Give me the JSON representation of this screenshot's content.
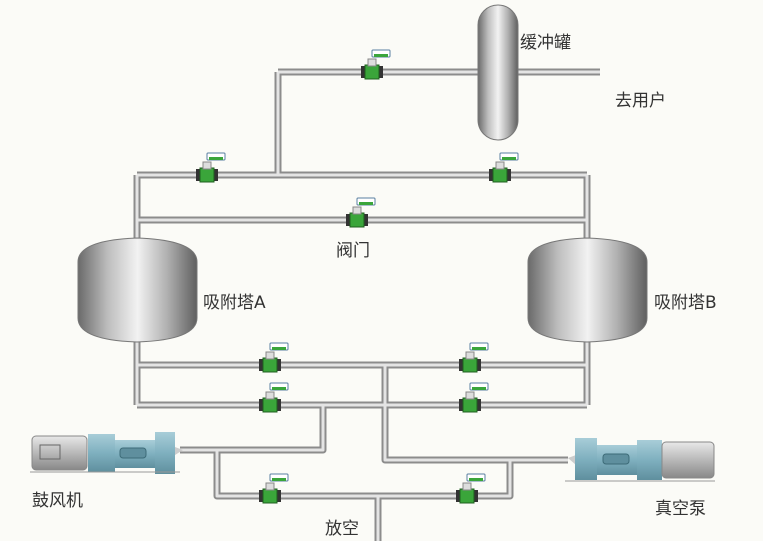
{
  "labels": {
    "buffer_tank": "缓冲罐",
    "to_user": "去用户",
    "valve": "阀门",
    "tower_a": "吸附塔A",
    "tower_b": "吸附塔B",
    "blower": "鼓风机",
    "vacuum_pump": "真空泵",
    "vent": "放空"
  },
  "colors": {
    "pipe": "#9a9a9a",
    "valve_green": "#3aa53a",
    "pump_body": "#7fb0bf"
  }
}
